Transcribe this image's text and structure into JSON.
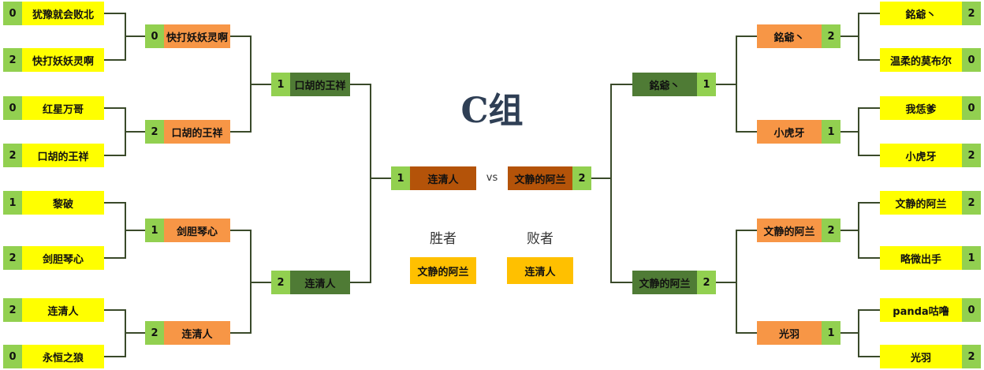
{
  "title": "C组",
  "vs": "vs",
  "winner_label": "胜者",
  "loser_label": "败者",
  "winner": "文静的阿兰",
  "loser": "连清人",
  "left": {
    "round1": [
      {
        "name": "犹豫就会败北",
        "score": "0"
      },
      {
        "name": "快打妖妖灵啊",
        "score": "2"
      },
      {
        "name": "红星万哥",
        "score": "0"
      },
      {
        "name": "口胡的王祥",
        "score": "2"
      },
      {
        "name": "黎破",
        "score": "1"
      },
      {
        "name": "剑胆琴心",
        "score": "2"
      },
      {
        "name": "连清人",
        "score": "2"
      },
      {
        "name": "永恒之狼",
        "score": "0"
      }
    ],
    "round2": [
      {
        "name": "快打妖妖灵啊",
        "score": "0"
      },
      {
        "name": "口胡的王祥",
        "score": "2"
      },
      {
        "name": "剑胆琴心",
        "score": "1"
      },
      {
        "name": "连清人",
        "score": "2"
      }
    ],
    "round3": [
      {
        "name": "口胡的王祥",
        "score": "1"
      },
      {
        "name": "连清人",
        "score": "2"
      }
    ],
    "final": {
      "name": "连清人",
      "score": "1"
    }
  },
  "right": {
    "round1": [
      {
        "name": "銘爺丶",
        "score": "2"
      },
      {
        "name": "温柔的莫布尔",
        "score": "0"
      },
      {
        "name": "我恁爹",
        "score": "0"
      },
      {
        "name": "小虎牙",
        "score": "2"
      },
      {
        "name": "文静的阿兰",
        "score": "2"
      },
      {
        "name": "略微出手",
        "score": "1"
      },
      {
        "name": "panda咕噜",
        "score": "0"
      },
      {
        "name": "光羽",
        "score": "2"
      }
    ],
    "round2": [
      {
        "name": "銘爺丶",
        "score": "2"
      },
      {
        "name": "小虎牙",
        "score": "1"
      },
      {
        "name": "文静的阿兰",
        "score": "2"
      },
      {
        "name": "光羽",
        "score": "1"
      }
    ],
    "round3": [
      {
        "name": "銘爺丶",
        "score": "1"
      },
      {
        "name": "文静的阿兰",
        "score": "2"
      }
    ],
    "final": {
      "name": "文静的阿兰",
      "score": "2"
    }
  }
}
